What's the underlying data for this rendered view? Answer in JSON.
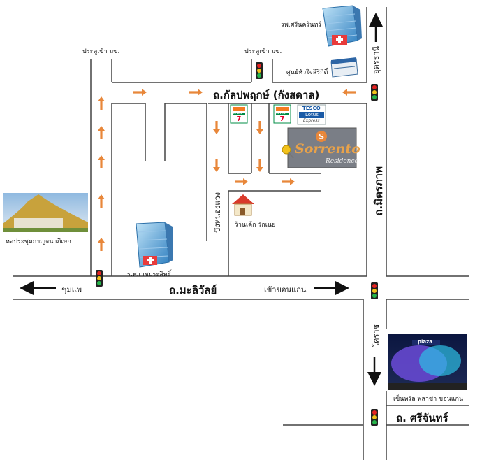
{
  "roads": {
    "kanlapaphruek": "ถ.กัลปพฤกษ์ (กังสดาล)",
    "maliwan": "ถ.มะลิวัลย์",
    "mittraphap": "ถ.มิตรภาพ",
    "srichan": "ถ. ศรีจันทร์",
    "nongkhaeng": "บึงหนองแวง"
  },
  "directions": {
    "udon": "อุดรธานี",
    "chumphae": "ชุมแพ",
    "to_khonkaen": "เข้าขอนแก่น",
    "korat": "โคราช"
  },
  "gates": {
    "left": "ประตูเข้า มข.",
    "right": "ประตูเข้า มข."
  },
  "places": {
    "srinagarind": "รพ.ศรีนครินทร์",
    "heart_center": "ศูนย์หัวใจสิริกิติ์",
    "convention_hall": "หอประชุมกาญจนาภิเษก",
    "wetchaprasit": "ร.พ.เวชประสิทธิ์",
    "bakery": "ร้านเค้ก รักเนย",
    "central_plaza": "เซ็นทรัล พลาซ่า ขอนแก่น"
  },
  "stores": {
    "seven_eleven": "ELEVEN",
    "tesco_line1": "TESCO",
    "tesco_line2": "Lotus",
    "tesco_line3": "Express",
    "plaza_sign": "plaza"
  },
  "sorrento": {
    "name": "Sorrento",
    "sub": "Residence"
  },
  "colors": {
    "arrow": "#e8873a",
    "road_line": "#444444",
    "light_body": "#222222",
    "light_red": "#e52222",
    "light_yellow": "#f2c21b",
    "light_green": "#25b54a",
    "seven_green": "#008c45",
    "seven_red": "#e4002b",
    "seven_orange": "#f47b20",
    "sorrento_bg": "#7a7e86",
    "sorrento_text": "#e8a24a"
  }
}
